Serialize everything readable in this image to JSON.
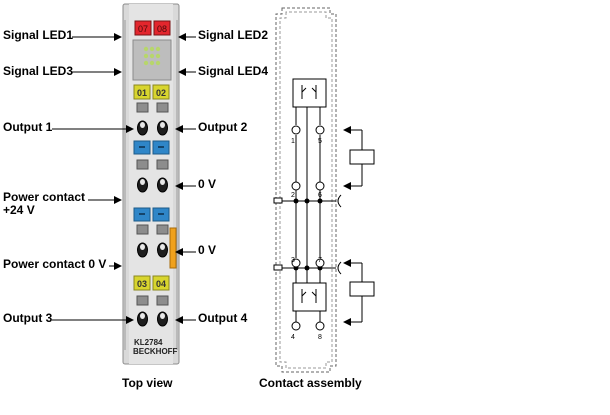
{
  "module": {
    "led_top_left": "07",
    "led_top_right": "08",
    "led_mid_left": "01",
    "led_mid_right": "02",
    "led_bot_left": "03",
    "led_bot_right": "04",
    "model": "KL2784",
    "brand": "BECKHOFF",
    "colors": {
      "red": "#e3262d",
      "yellow": "#d8d52e",
      "blue": "#2f86c8",
      "orange": "#f0a11c",
      "body": "#d9d9d9"
    }
  },
  "labels": {
    "signal_led1": "Signal LED1",
    "signal_led2": "Signal LED2",
    "signal_led3": "Signal LED3",
    "signal_led4": "Signal LED4",
    "output1": "Output 1",
    "output2": "Output 2",
    "zero_v_a": "0 V",
    "power_plus_line1": "Power contact",
    "power_plus_line2": "+24 V",
    "zero_v_b": "0 V",
    "power_zero": "Power contact 0 V",
    "output3": "Output 3",
    "output4": "Output 4"
  },
  "contacts": {
    "numbers": [
      "1",
      "5",
      "2",
      "6",
      "3",
      "7",
      "4",
      "8"
    ]
  },
  "captions": {
    "top_view": "Top view",
    "contact_assembly": "Contact assembly"
  }
}
